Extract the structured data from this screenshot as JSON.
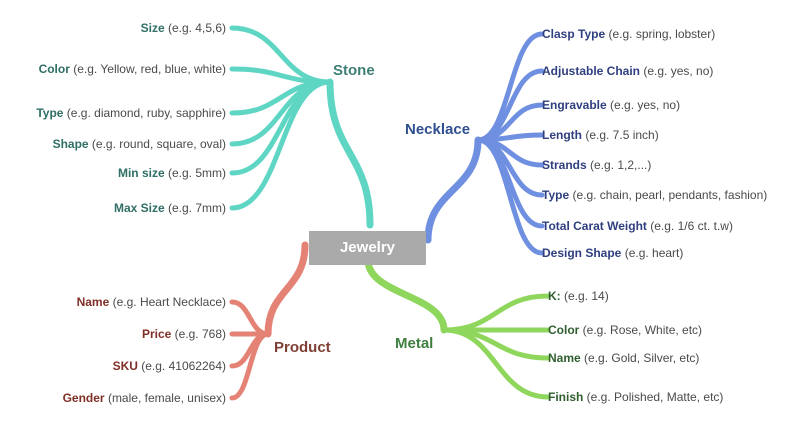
{
  "colors": {
    "stone": "#5fd6c4",
    "necklace": "#6f8fe0",
    "metal": "#8fd65c",
    "product": "#e58276",
    "root_bg": "#aaaaaa"
  },
  "root": {
    "label": "Jewelry"
  },
  "stone": {
    "label": "Stone",
    "items": [
      {
        "key": "Size",
        "example": "(e.g. 4,5,6)"
      },
      {
        "key": "Color",
        "example": "(e.g. Yellow, red, blue, white)"
      },
      {
        "key": "Type",
        "example": "(e.g. diamond, ruby, sapphire)"
      },
      {
        "key": "Shape",
        "example": "(e.g. round, square, oval)"
      },
      {
        "key": "Min size",
        "example": "(e.g. 5mm)"
      },
      {
        "key": "Max Size",
        "example": "(e.g. 7mm)"
      }
    ]
  },
  "necklace": {
    "label": "Necklace",
    "items": [
      {
        "key": "Clasp Type",
        "example": "(e.g. spring, lobster)"
      },
      {
        "key": "Adjustable Chain",
        "example": "(e.g. yes, no)"
      },
      {
        "key": "Engravable",
        "example": "(e.g. yes, no)"
      },
      {
        "key": "Length",
        "example": "(e.g. 7.5 inch)"
      },
      {
        "key": "Strands",
        "example": "(e.g. 1,2,...)"
      },
      {
        "key": "Type",
        "example": "(e.g. chain, pearl, pendants, fashion)"
      },
      {
        "key": "Total Carat Weight",
        "example": "(e.g. 1/6 ct. t.w)"
      },
      {
        "key": "Design Shape",
        "example": "(e.g. heart)"
      }
    ]
  },
  "metal": {
    "label": "Metal",
    "items": [
      {
        "key": "K:",
        "example": "(e.g. 14)"
      },
      {
        "key": "Color",
        "example": "(e.g. Rose, White, etc)"
      },
      {
        "key": "Name",
        "example": "(e.g. Gold, Silver, etc)"
      },
      {
        "key": "Finish",
        "example": "(e.g. Polished, Matte, etc)"
      }
    ]
  },
  "product": {
    "label": "Product",
    "items": [
      {
        "key": "Name",
        "example": "(e.g. Heart Necklace)"
      },
      {
        "key": "Price",
        "example": "(e.g. 768)"
      },
      {
        "key": "SKU",
        "example": "(e.g. 41062264)"
      },
      {
        "key": "Gender",
        "example": "(male, female, unisex)"
      }
    ]
  }
}
